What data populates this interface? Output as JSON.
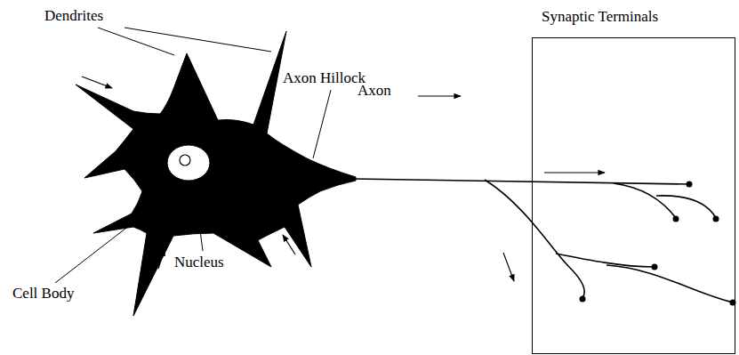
{
  "diagram": {
    "nodes": [
      {
        "text": [
          "Synaptic Terminals"
        ]
      }
    ],
    "labels": [
      "Dendrites",
      "Axon Hillock",
      "Axon",
      "Cell Body",
      "Nucleus"
    ]
  }
}
